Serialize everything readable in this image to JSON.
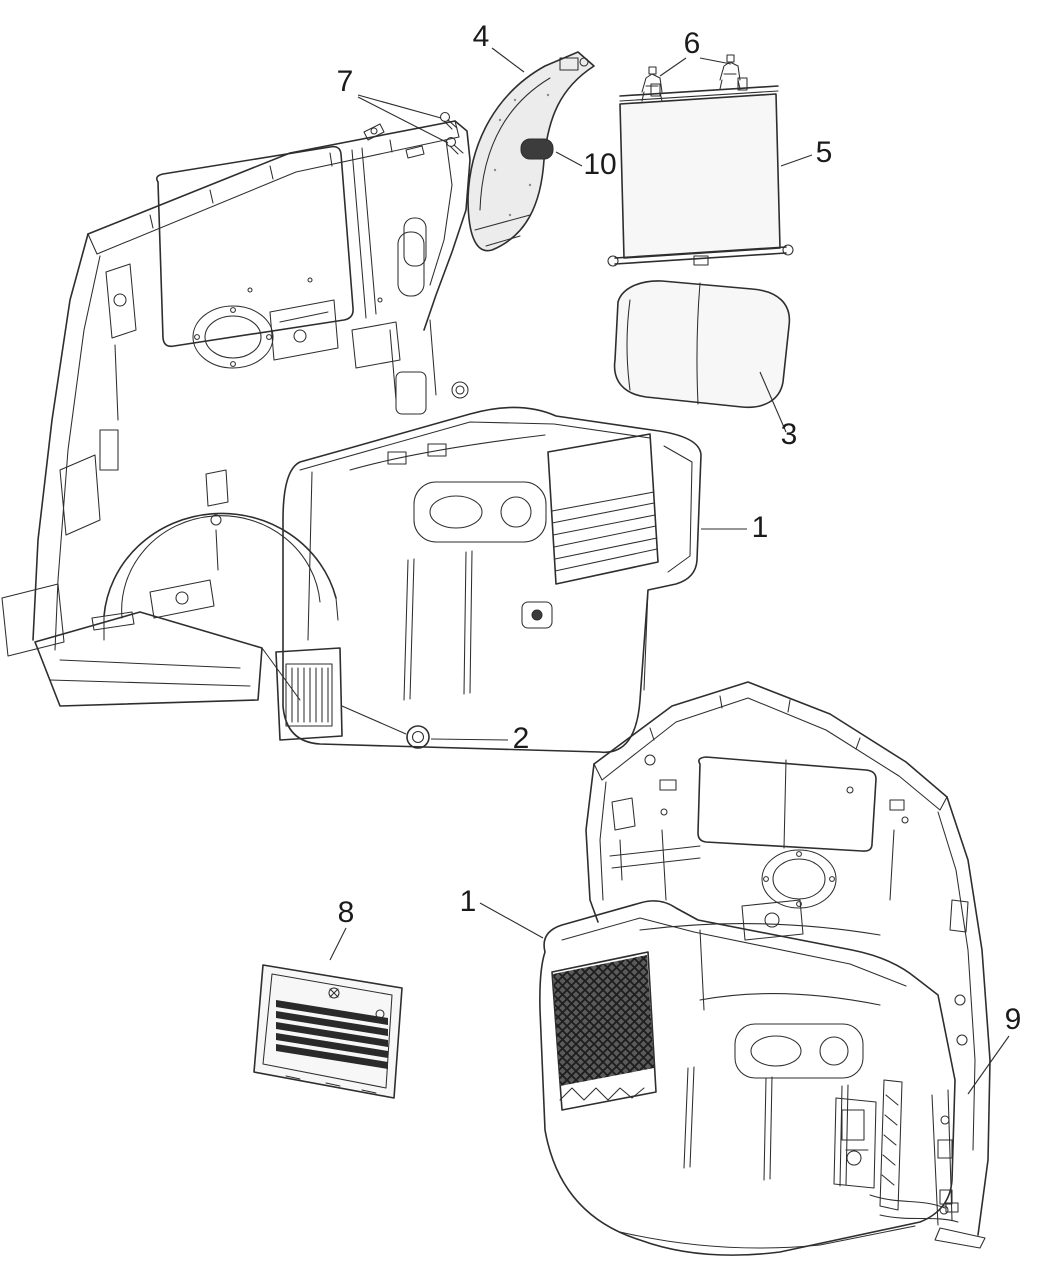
{
  "palette": {
    "background": "#ffffff",
    "line": "#2e2e2e",
    "label": "#1b1b1b",
    "hatch_fill": "#555555",
    "slat_fill": "#2a2a2a"
  },
  "callouts": {
    "c1a": {
      "label": "1"
    },
    "c1b": {
      "label": "1"
    },
    "c2": {
      "label": "2"
    },
    "c3": {
      "label": "3"
    },
    "c4": {
      "label": "4"
    },
    "c5": {
      "label": "5"
    },
    "c6": {
      "label": "6"
    },
    "c7": {
      "label": "7"
    },
    "c8": {
      "label": "8"
    },
    "c9": {
      "label": "9"
    },
    "c10": {
      "label": "10"
    }
  }
}
